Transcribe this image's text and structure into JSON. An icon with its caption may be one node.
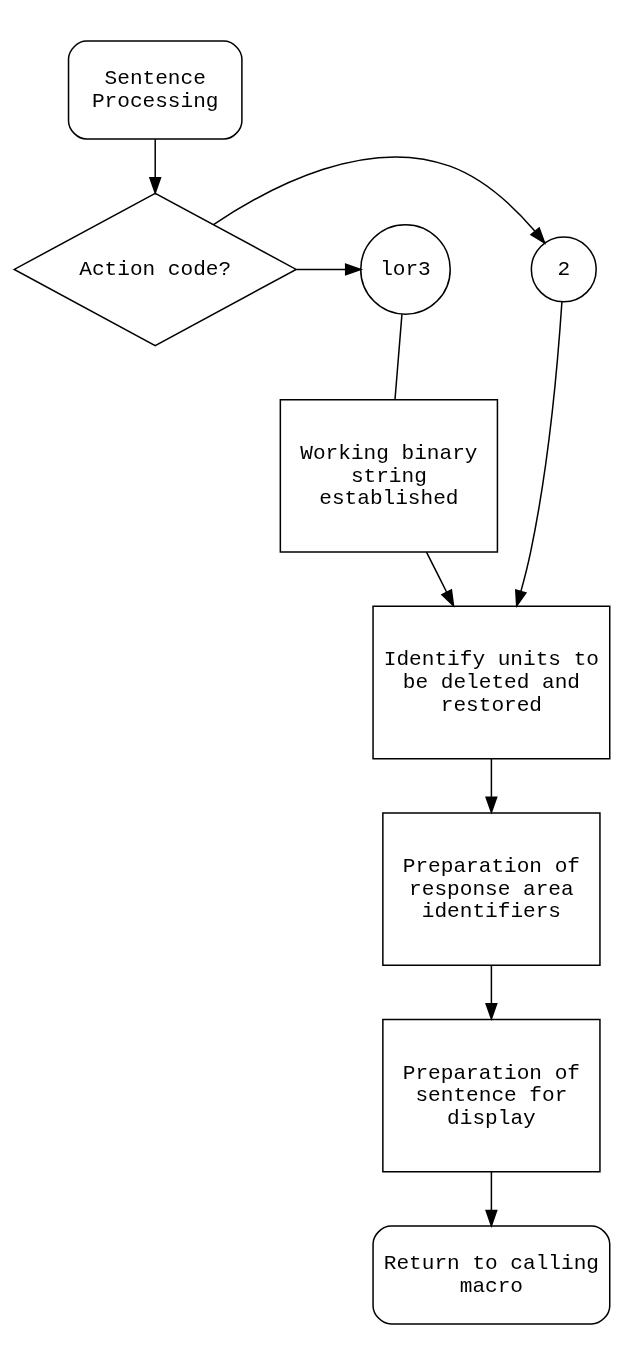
{
  "diagram": {
    "nodes": [
      {
        "text": [
          "Sentence Processing"
        ]
      },
      {
        "text": [
          "Action code?"
        ]
      },
      {
        "text": [
          "2"
        ]
      },
      {
        "text": [
          "lor3"
        ]
      },
      {
        "text": [
          "Working binary string established"
        ]
      },
      {
        "text": [
          "Identify units to be deleted and restored"
        ]
      },
      {
        "text": [
          "Preparation of response area identifiers"
        ]
      },
      {
        "text": [
          "Preparation of sentence for display"
        ]
      },
      {
        "text": [
          "Return to calling macro"
        ]
      }
    ],
    "edges": [
      {
        "from": 0,
        "to": 1,
        "arrow": "to"
      },
      {
        "from": 1,
        "to": 2,
        "arrow": "to"
      },
      {
        "from": 1,
        "to": 3,
        "arrow": "to"
      },
      {
        "from": 3,
        "to": 4,
        "arrow": "none"
      },
      {
        "from": 2,
        "to": 5,
        "arrow": "to"
      },
      {
        "from": 4,
        "to": 5,
        "arrow": "to"
      },
      {
        "from": 5,
        "to": 6,
        "arrow": "to"
      },
      {
        "from": 6,
        "to": 7,
        "arrow": "to"
      },
      {
        "from": 7,
        "to": 8,
        "arrow": "to"
      }
    ]
  }
}
